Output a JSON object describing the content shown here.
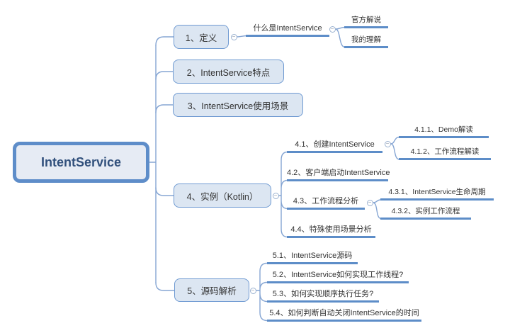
{
  "root": {
    "label": "IntentService"
  },
  "branches": [
    {
      "label": "1、定义"
    },
    {
      "label": "2、IntentService特点"
    },
    {
      "label": "3、IntentService使用场景"
    },
    {
      "label": "4、实例（Kotlin）"
    },
    {
      "label": "5、源码解析"
    }
  ],
  "topics": {
    "what_is": {
      "label": "什么是IntentService"
    },
    "official_explain": {
      "label": "官方解说"
    },
    "my_understanding": {
      "label": "我的理解"
    },
    "t41": {
      "label": "4.1、创建IntentService"
    },
    "t411": {
      "label": "4.1.1、Demo解读"
    },
    "t412": {
      "label": "4.1.2、工作流程解读"
    },
    "t42": {
      "label": "4.2、客户端启动IntentService"
    },
    "t43": {
      "label": "4.3、工作流程分析"
    },
    "t431": {
      "label": "4.3.1、IntentService生命周期"
    },
    "t432": {
      "label": "4.3.2、实例工作流程"
    },
    "t44": {
      "label": "4.4、特殊使用场景分析"
    },
    "t51": {
      "label": "5.1、IntentService源码"
    },
    "t52": {
      "label": "5.2、IntentService如何实现工作线程?"
    },
    "t53": {
      "label": "5.3、如何实现顺序执行任务?"
    },
    "t54": {
      "label": "5.4、如何判断自动关闭IntentService的时间"
    }
  },
  "icons": {
    "collapse_glyph": "−"
  },
  "colors": {
    "background": "#ffffff",
    "root_border": "#5e8dc9",
    "root_fill": "#e6ebf4",
    "root_text": "#31507c",
    "node_border": "#6f9ad2",
    "node_fill": "#dce6f2",
    "underline": "#5d8dc8",
    "connector": "#85a5d3",
    "text": "#333333"
  }
}
